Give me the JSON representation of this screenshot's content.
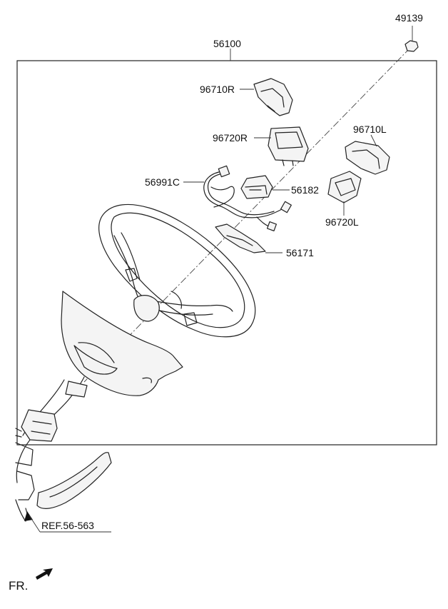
{
  "diagram": {
    "labels": {
      "p49139": "49139",
      "p56100": "56100",
      "p96710R": "96710R",
      "p96720R": "96720R",
      "p96710L": "96710L",
      "p56991C": "56991C",
      "p56182": "56182",
      "p96720L": "96720L",
      "p56171": "56171",
      "ref": "REF.56-563",
      "fr": "FR."
    }
  }
}
